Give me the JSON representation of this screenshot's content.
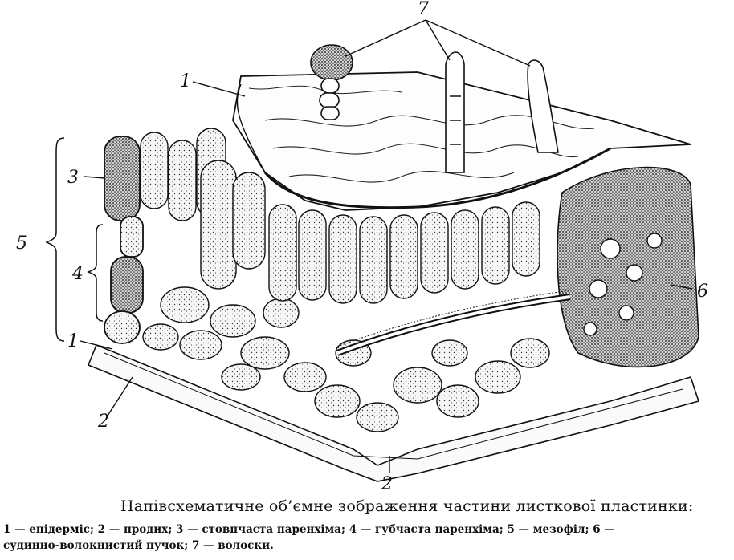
{
  "caption": {
    "title": "Напівсхематичне об’ємне зображення частини листкової пластинки:",
    "legend_line1": "1 — епідерміс; 2 — продих; 3 — стовпчаста паренхіма; 4 — губчаста паренхіма; 5 — мезофіл; 6 —",
    "legend_line2": "судинно-волокнистий пучок; 7 — волоски."
  },
  "labels": {
    "l7": "7",
    "l1_top": "1",
    "l3": "3",
    "l5": "5",
    "l4": "4",
    "l1_bottom": "1",
    "l2_left": "2",
    "l2_bottom": "2",
    "l6": "6"
  },
  "colors": {
    "ink": "#111111",
    "cell_fill": "#f4f4f4",
    "paper": "#ffffff"
  }
}
